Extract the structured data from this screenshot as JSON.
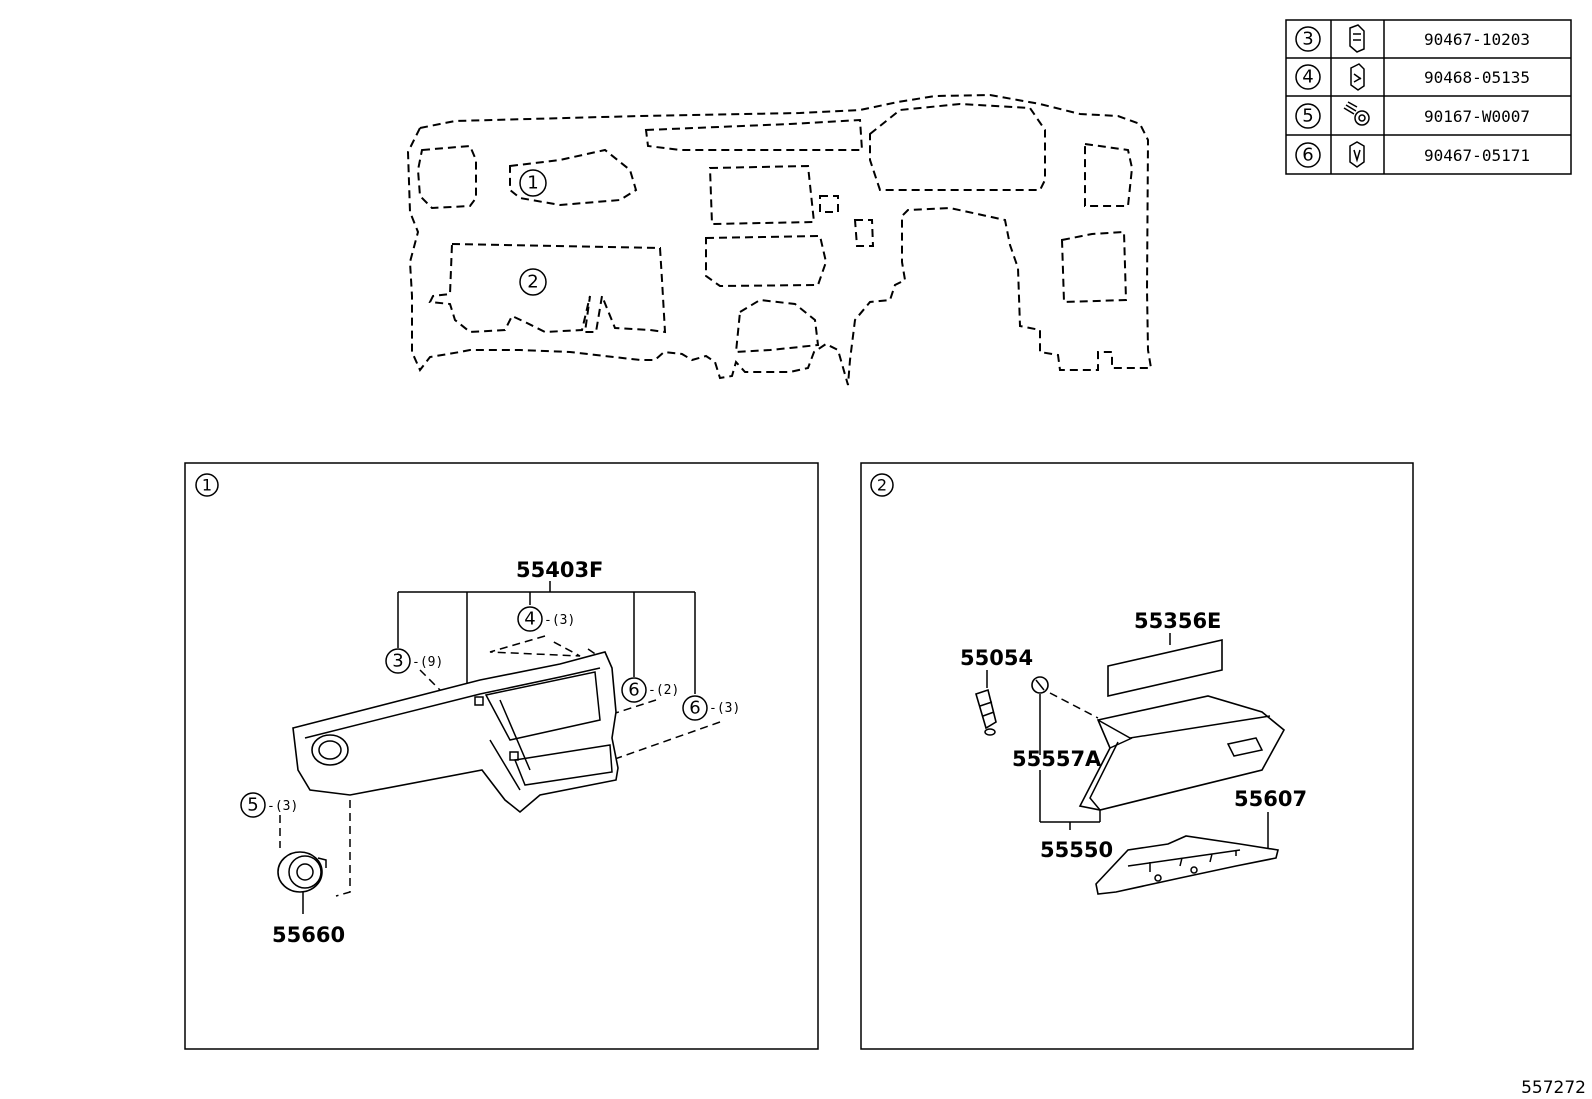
{
  "fastener_table": [
    {
      "ref": "3",
      "icon": "clip-icon",
      "part_no": "90467-10203"
    },
    {
      "ref": "4",
      "icon": "clip-icon",
      "part_no": "90468-05135"
    },
    {
      "ref": "5",
      "icon": "screw-icon",
      "part_no": "90167-W0007"
    },
    {
      "ref": "6",
      "icon": "clip-icon",
      "part_no": "90467-05171"
    }
  ],
  "overview": {
    "callout_1": "1",
    "callout_2": "2"
  },
  "panel_1": {
    "label": "1",
    "part_55403F": "55403F",
    "part_55660": "55660",
    "fasteners": [
      {
        "ref": "3",
        "qty": "-(9)"
      },
      {
        "ref": "4",
        "qty": "-(3)"
      },
      {
        "ref": "6",
        "qty": "-(2)"
      },
      {
        "ref": "6",
        "qty": "-(3)"
      },
      {
        "ref": "5",
        "qty": "-(3)"
      }
    ]
  },
  "panel_2": {
    "label": "2",
    "part_55356E": "55356E",
    "part_55054": "55054",
    "part_55557A": "55557A",
    "part_55550": "55550",
    "part_55607": "55607"
  },
  "figure_ref": "557272",
  "colors": {
    "line": "#000000",
    "background": "#ffffff"
  }
}
